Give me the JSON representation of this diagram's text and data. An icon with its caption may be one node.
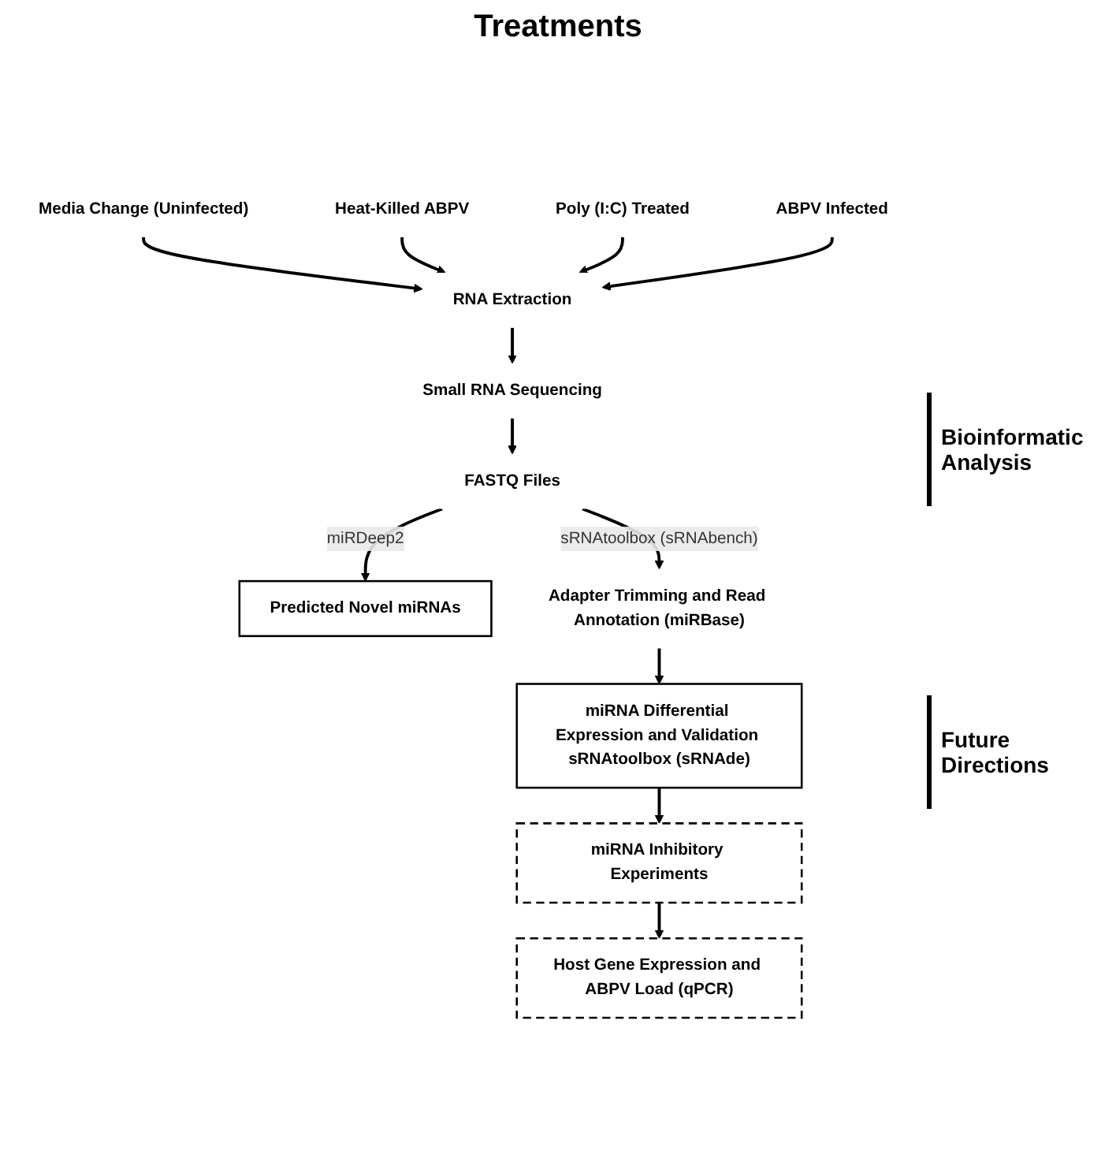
{
  "diagram": {
    "title": "Treatments",
    "nodes": [
      {
        "text": [
          "Media Change (Uninfected)"
        ]
      },
      {
        "text": [
          "Heat-Killed ABPV"
        ]
      },
      {
        "text": [
          "Poly (I:C) Treated"
        ]
      },
      {
        "text": [
          "ABPV Infected"
        ]
      },
      {
        "text": [
          "RNA Extraction"
        ]
      },
      {
        "text": [
          "Small RNA Sequencing"
        ]
      },
      {
        "text": [
          "FASTQ Files"
        ]
      },
      {
        "text": [
          "Predicted Novel miRNAs"
        ]
      },
      {
        "text": [
          "Adapter Trimming and Read Annotation (miRBase)"
        ]
      },
      {
        "text": [
          "miRNA Differential Expression and Validation sRNAtoolbox (sRNAde)"
        ]
      },
      {
        "text": [
          "miRNA Inhibitory Experiments"
        ]
      },
      {
        "text": [
          "Host Gene Expression and ABPV Load (qPCR)"
        ]
      }
    ],
    "edges": [
      {
        "from": 0,
        "to": 4,
        "arrow": "to"
      },
      {
        "from": 1,
        "to": 4,
        "arrow": "to"
      },
      {
        "from": 2,
        "to": 4,
        "arrow": "to"
      },
      {
        "from": 3,
        "to": 4,
        "arrow": "to"
      },
      {
        "from": 4,
        "to": 5,
        "arrow": "to"
      },
      {
        "from": 5,
        "to": 6,
        "arrow": "to"
      },
      {
        "from": 6,
        "to": 7,
        "arrow": "to",
        "label": "miRDeep2"
      },
      {
        "from": 6,
        "to": 8,
        "arrow": "to",
        "label": "sRNAtoolbox (sRNAbench)"
      },
      {
        "from": 8,
        "to": 9,
        "arrow": "to"
      },
      {
        "from": 9,
        "to": 10,
        "arrow": "to"
      },
      {
        "from": 10,
        "to": 11,
        "arrow": "to"
      }
    ],
    "labels": [
      "Bioinformatic Analysis",
      "Future Directions"
    ]
  }
}
